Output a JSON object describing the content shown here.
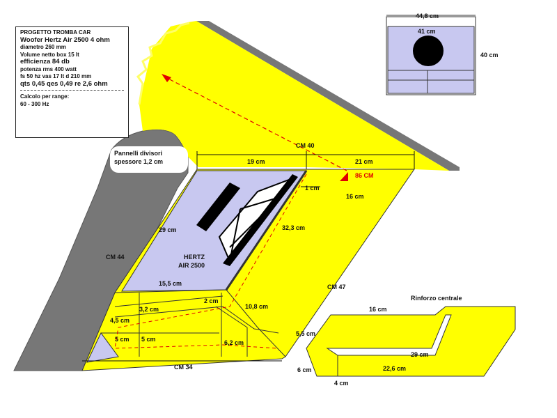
{
  "info": {
    "title": "PROGETTO  TROMBA CAR",
    "woofer": "Woofer Hertz Air 2500  4 ohm",
    "diameter": "diametro 260 mm",
    "volume": "Volume netto box 15 lt",
    "efficiency": "efficienza 84 db",
    "power": "potenza rms 400 watt",
    "params1": "fs 50 hz     vas 17 lt    d 210 mm",
    "params2": "qts  0,45   qes 0,49   re 2,6 ohm",
    "calc": "Calcolo per range:",
    "range": "60 - 300 Hz"
  },
  "callout": {
    "line1": "Pannelli divisori",
    "line2": "spessore 1,2 cm"
  },
  "labels": {
    "cm40": "CM 40",
    "cm44": "CM 44",
    "cm47": "CM 47",
    "cm34": "CM 34",
    "d19": "19 cm",
    "d21": "21 cm",
    "d86": "86 CM",
    "d1": "1 cm",
    "d16": "16 cm",
    "d29": "29 cm",
    "d323": "32,3 cm",
    "d155": "15,5 cm",
    "d2": "2 cm",
    "d32": "3,2 cm",
    "d108": "10,8 cm",
    "d45": "4,5 cm",
    "d5a": "5 cm",
    "d5b": "5 cm",
    "d62": "6,2 cm",
    "brand1": "HERTZ",
    "brand2": "AIR 2500",
    "rinforzo": "Rinforzo centrale",
    "r16": "16 cm",
    "r55": "5,5 cm",
    "r29": "29 cm",
    "r6": "6 cm",
    "r226": "22,6 cm",
    "r4": "4 cm",
    "front_w": "44,8 cm",
    "front_inner": "41 cm",
    "front_h": "40 cm"
  },
  "colors": {
    "yellow": "#ffff00",
    "lavender": "#c8c8f0",
    "gray": "#777777",
    "red": "#e00000",
    "black": "#000000"
  }
}
